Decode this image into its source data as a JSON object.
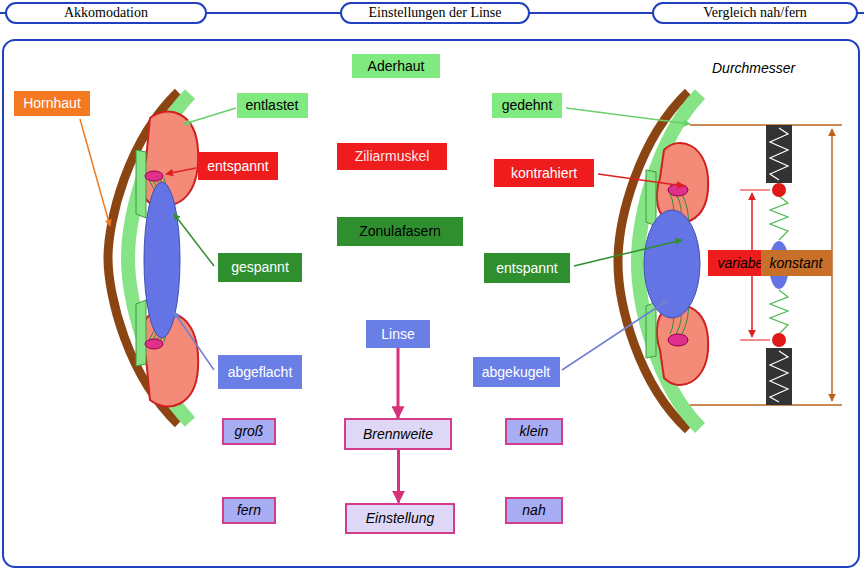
{
  "diagram": {
    "nodes": [
      {
        "text": [
          "Akkomodation"
        ]
      },
      {
        "text": [
          "Einstellungen der Linse"
        ]
      },
      {
        "text": [
          "Vergleich nah/fern"
        ]
      },
      {
        "text": [
          "Hornhaut"
        ]
      },
      {
        "text": [
          "entlastet"
        ]
      },
      {
        "text": [
          "Aderhaut"
        ]
      },
      {
        "text": [
          "gedehnt"
        ]
      },
      {
        "text": [
          "entspannt"
        ]
      },
      {
        "text": [
          "Ziliarmuskel"
        ]
      },
      {
        "text": [
          "kontrahiert"
        ]
      },
      {
        "text": [
          "Zonulafasern"
        ]
      },
      {
        "text": [
          "gespannt"
        ]
      },
      {
        "text": [
          "entspannt"
        ]
      },
      {
        "text": [
          "Linse"
        ]
      },
      {
        "text": [
          "abgeflacht"
        ]
      },
      {
        "text": [
          "abgekugelt"
        ]
      },
      {
        "text": [
          "groß"
        ]
      },
      {
        "text": [
          "Brennweite"
        ]
      },
      {
        "text": [
          "klein"
        ]
      },
      {
        "text": [
          "fern"
        ]
      },
      {
        "text": [
          "Einstellung"
        ]
      },
      {
        "text": [
          "nah"
        ]
      },
      {
        "text": [
          "variabel"
        ]
      },
      {
        "text": [
          "konstant"
        ]
      }
    ],
    "edges": [
      {
        "from": 13,
        "to": 17,
        "arrow": "to"
      },
      {
        "from": 17,
        "to": 20,
        "arrow": "to"
      }
    ],
    "labels": [
      "Durchmesser"
    ]
  }
}
